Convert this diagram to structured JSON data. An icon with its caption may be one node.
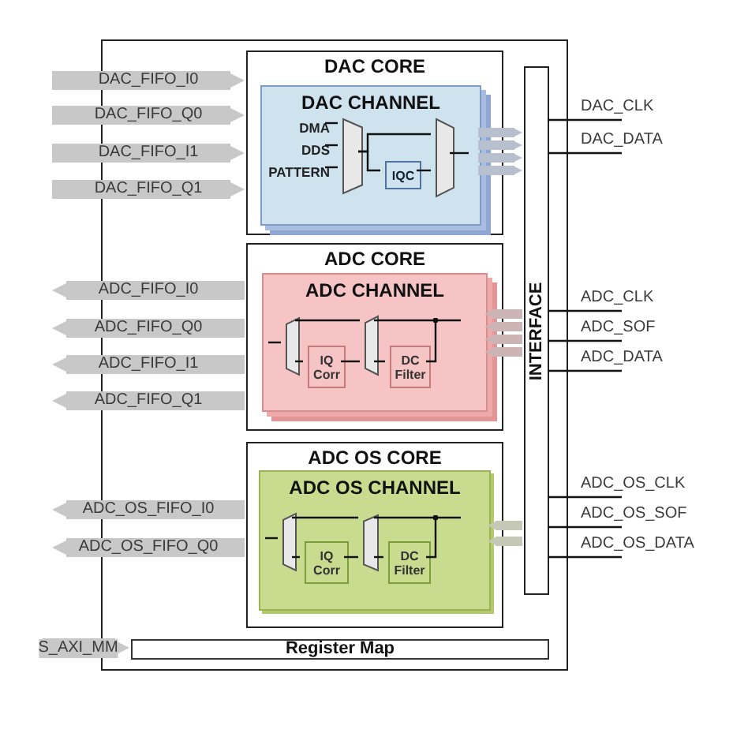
{
  "diagram": {
    "nodes": [
      {
        "text": [],
        "shape": "box"
      },
      {
        "text": [
          "DAC CORE"
        ],
        "in": 0
      },
      {
        "text": [
          "DAC CHANNEL"
        ],
        "in": 1
      },
      {
        "text": [
          "DMA"
        ],
        "in": 2
      },
      {
        "text": [
          "DDS"
        ],
        "in": 2
      },
      {
        "text": [
          "PATTERN"
        ],
        "in": 2
      },
      {
        "text": [],
        "shape": "trapezoid",
        "in": 2
      },
      {
        "text": [
          "IQC"
        ],
        "in": 2
      },
      {
        "text": [],
        "shape": "trapezoid",
        "in": 2
      },
      {
        "text": [
          "ADC CORE"
        ],
        "in": 0
      },
      {
        "text": [
          "ADC CHANNEL"
        ],
        "in": 9
      },
      {
        "text": [],
        "shape": "trapezoid",
        "in": 10
      },
      {
        "text": [
          "IQ Corr"
        ],
        "in": 10
      },
      {
        "text": [],
        "shape": "trapezoid",
        "in": 10
      },
      {
        "text": [
          "DC Filter"
        ],
        "in": 10
      },
      {
        "text": [
          "ADC OS CORE"
        ],
        "in": 0
      },
      {
        "text": [
          "ADC OS CHANNEL"
        ],
        "in": 15
      },
      {
        "text": [],
        "shape": "trapezoid",
        "in": 16
      },
      {
        "text": [
          "IQ Corr"
        ],
        "in": 16
      },
      {
        "text": [],
        "shape": "trapezoid",
        "in": 16
      },
      {
        "text": [
          "DC Filter"
        ],
        "in": 16
      },
      {
        "text": [
          "INTERFACE"
        ],
        "in": 0
      },
      {
        "text": [
          "Register Map"
        ],
        "in": 0
      }
    ],
    "edges": [
      {
        "from": null,
        "to": 1,
        "arrow": "to",
        "label": "DAC_FIFO_I0",
        "style": "thick",
        "color": "#c8c8c8"
      },
      {
        "from": null,
        "to": 1,
        "arrow": "to",
        "label": "DAC_FIFO_Q0",
        "style": "thick",
        "color": "#c8c8c8"
      },
      {
        "from": null,
        "to": 1,
        "arrow": "to",
        "label": "DAC_FIFO_I1",
        "style": "thick",
        "color": "#c8c8c8"
      },
      {
        "from": null,
        "to": 1,
        "arrow": "to",
        "label": "DAC_FIFO_Q1",
        "style": "thick",
        "color": "#c8c8c8"
      },
      {
        "from": 9,
        "to": null,
        "arrow": "to",
        "label": "ADC_FIFO_I0",
        "style": "thick",
        "color": "#c8c8c8"
      },
      {
        "from": 9,
        "to": null,
        "arrow": "to",
        "label": "ADC_FIFO_Q0",
        "style": "thick",
        "color": "#c8c8c8"
      },
      {
        "from": 9,
        "to": null,
        "arrow": "to",
        "label": "ADC_FIFO_I1",
        "style": "thick",
        "color": "#c8c8c8"
      },
      {
        "from": 9,
        "to": null,
        "arrow": "to",
        "label": "ADC_FIFO_Q1",
        "style": "thick",
        "color": "#c8c8c8"
      },
      {
        "from": 15,
        "to": null,
        "arrow": "to",
        "label": "ADC_OS_FIFO_I0",
        "style": "thick",
        "color": "#c8c8c8"
      },
      {
        "from": 15,
        "to": null,
        "arrow": "to",
        "label": "ADC_OS_FIFO_Q0",
        "style": "thick",
        "color": "#c8c8c8"
      },
      {
        "from": null,
        "to": 22,
        "arrow": "to",
        "label": "S_AXI_MM",
        "style": "thick",
        "color": "#c8c8c8"
      },
      {
        "from": 2,
        "to": 21,
        "arrow": "to",
        "style": "thick",
        "color": "#b8c0d0"
      },
      {
        "from": 2,
        "to": 21,
        "arrow": "to",
        "style": "thick",
        "color": "#b8c0d0"
      },
      {
        "from": 2,
        "to": 21,
        "arrow": "to",
        "style": "thick",
        "color": "#b8c0d0"
      },
      {
        "from": 2,
        "to": 21,
        "arrow": "to",
        "style": "thick",
        "color": "#b8c0d0"
      },
      {
        "from": 21,
        "to": 10,
        "arrow": "to",
        "style": "thick",
        "color": "#cdb4b4"
      },
      {
        "from": 21,
        "to": 10,
        "arrow": "to",
        "style": "thick",
        "color": "#cdb4b4"
      },
      {
        "from": 21,
        "to": 10,
        "arrow": "to",
        "style": "thick",
        "color": "#cdb4b4"
      },
      {
        "from": 21,
        "to": 10,
        "arrow": "to",
        "style": "thick",
        "color": "#cdb4b4"
      },
      {
        "from": 21,
        "to": 16,
        "arrow": "to",
        "style": "thick",
        "color": "#c4c8b4"
      },
      {
        "from": 21,
        "to": 16,
        "arrow": "to",
        "style": "thick",
        "color": "#c4c8b4"
      },
      {
        "from": 21,
        "to": null,
        "arrow": "none",
        "label": "DAC_CLK"
      },
      {
        "from": 21,
        "to": null,
        "arrow": "none",
        "label": "DAC_DATA"
      },
      {
        "from": 21,
        "to": null,
        "arrow": "none",
        "label": "ADC_CLK"
      },
      {
        "from": 21,
        "to": null,
        "arrow": "none",
        "label": "ADC_SOF"
      },
      {
        "from": 21,
        "to": null,
        "arrow": "none",
        "label": "ADC_DATA"
      },
      {
        "from": 21,
        "to": null,
        "arrow": "none",
        "label": "ADC_OS_CLK"
      },
      {
        "from": 21,
        "to": null,
        "arrow": "none",
        "label": "ADC_OS_SOF"
      },
      {
        "from": 21,
        "to": null,
        "arrow": "none",
        "label": "ADC_OS_DATA"
      },
      {
        "from": 3,
        "to": 6,
        "arrow": "none"
      },
      {
        "from": 4,
        "to": 6,
        "arrow": "none"
      },
      {
        "from": 5,
        "to": 6,
        "arrow": "none"
      },
      {
        "from": 6,
        "to": 8,
        "arrow": "none"
      },
      {
        "from": 6,
        "to": 7,
        "arrow": "none"
      },
      {
        "from": 7,
        "to": 8,
        "arrow": "none"
      },
      {
        "from": 8,
        "to": null,
        "arrow": "none"
      },
      {
        "from": null,
        "to": 11,
        "arrow": "none"
      },
      {
        "from": 11,
        "to": 13,
        "arrow": "none"
      },
      {
        "from": 11,
        "to": 12,
        "arrow": "none"
      },
      {
        "from": 12,
        "to": 13,
        "arrow": "none"
      },
      {
        "from": 13,
        "to": null,
        "arrow": "none"
      },
      {
        "from": 13,
        "to": 14,
        "arrow": "none"
      },
      {
        "from": 14,
        "to": null,
        "arrow": "other"
      },
      {
        "from": null,
        "to": 17,
        "arrow": "none"
      },
      {
        "from": 17,
        "to": 19,
        "arrow": "none"
      },
      {
        "from": 17,
        "to": 18,
        "arrow": "none"
      },
      {
        "from": 18,
        "to": 19,
        "arrow": "none"
      },
      {
        "from": 19,
        "to": null,
        "arrow": "none"
      },
      {
        "from": 19,
        "to": 20,
        "arrow": "none"
      },
      {
        "from": 20,
        "to": null,
        "arrow": "other"
      }
    ]
  }
}
